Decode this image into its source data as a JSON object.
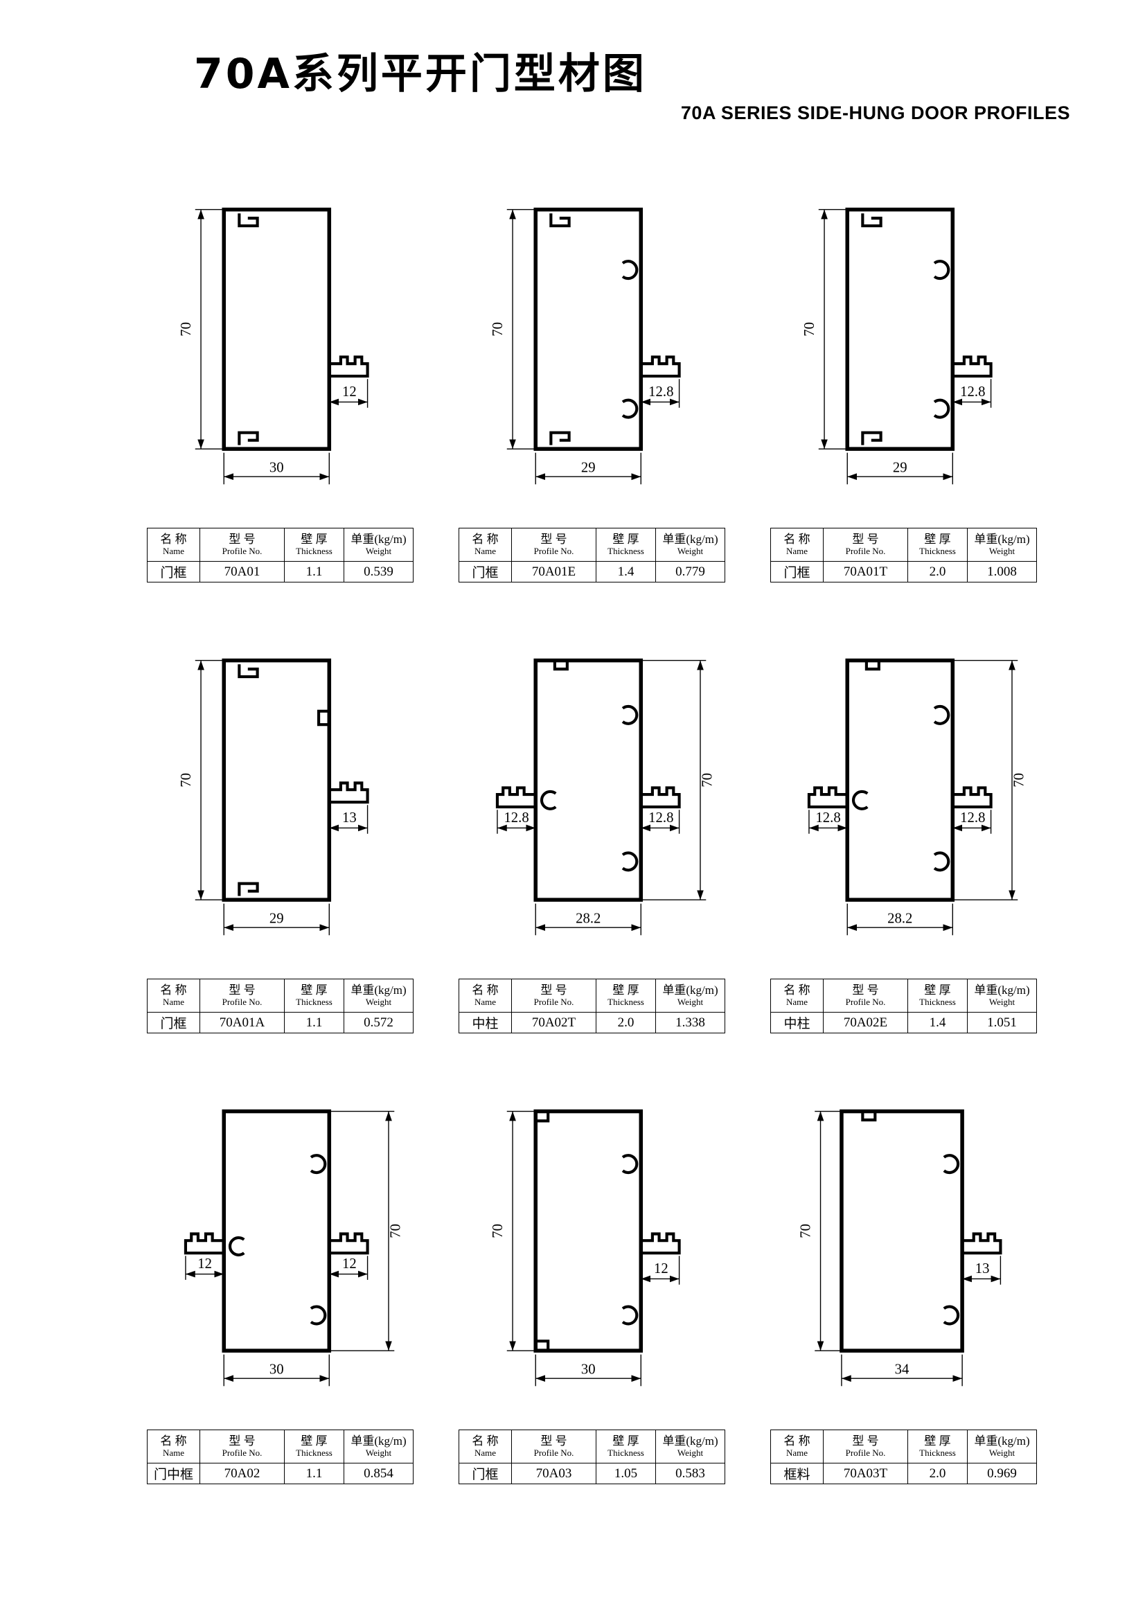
{
  "page": {
    "title_cn": "70A系列平开门型材图",
    "title_en": "70A SERIES SIDE-HUNG DOOR PROFILES"
  },
  "table_header": {
    "name_cn": "名 称",
    "name_en": "Name",
    "model_cn": "型 号",
    "model_en": "Profile No.",
    "thickness_cn": "壁 厚",
    "thickness_en": "Thickness",
    "weight_cn": "单重(kg/m)",
    "weight_en": "Weight"
  },
  "cells": [
    {
      "name": "门框",
      "model": "70A01",
      "thickness": "1.1",
      "weight": "0.539",
      "dim_h": "70",
      "dim_w": "30",
      "dim_t1": "12"
    },
    {
      "name": "门框",
      "model": "70A01E",
      "thickness": "1.4",
      "weight": "0.779",
      "dim_h": "70",
      "dim_w": "29",
      "dim_t1": "12.8"
    },
    {
      "name": "门框",
      "model": "70A01T",
      "thickness": "2.0",
      "weight": "1.008",
      "dim_h": "70",
      "dim_w": "29",
      "dim_t1": "12.8"
    },
    {
      "name": "门框",
      "model": "70A01A",
      "thickness": "1.1",
      "weight": "0.572",
      "dim_h": "70",
      "dim_w": "29",
      "dim_t1": "13"
    },
    {
      "name": "中柱",
      "model": "70A02T",
      "thickness": "2.0",
      "weight": "1.338",
      "dim_h": "70",
      "dim_w": "28.2",
      "dim_t1": "12.8",
      "dim_t2": "12.8"
    },
    {
      "name": "中柱",
      "model": "70A02E",
      "thickness": "1.4",
      "weight": "1.051",
      "dim_h": "70",
      "dim_w": "28.2",
      "dim_t1": "12.8",
      "dim_t2": "12.8"
    },
    {
      "name": "门中框",
      "model": "70A02",
      "thickness": "1.1",
      "weight": "0.854",
      "dim_h": "70",
      "dim_w": "30",
      "dim_t1": "12",
      "dim_t2": "12"
    },
    {
      "name": "门框",
      "model": "70A03",
      "thickness": "1.05",
      "weight": "0.583",
      "dim_h": "70",
      "dim_w": "30",
      "dim_t1": "12"
    },
    {
      "name": "框料",
      "model": "70A03T",
      "thickness": "2.0",
      "weight": "0.969",
      "dim_h": "70",
      "dim_w": "34",
      "dim_t1": "13"
    }
  ]
}
